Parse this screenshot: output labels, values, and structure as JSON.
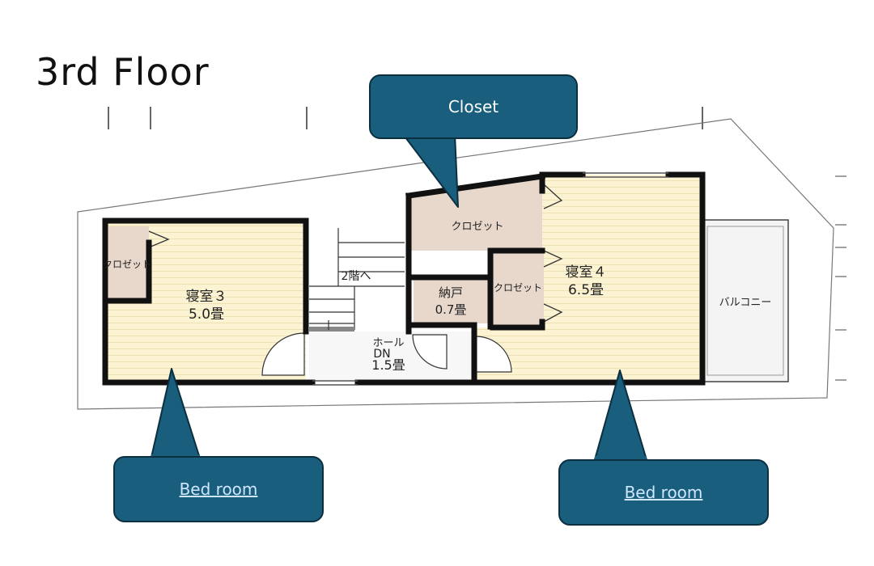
{
  "title": "3rd Floor",
  "callouts": {
    "closet": "Closet",
    "bedroom_left": "Bed room",
    "bedroom_right": "Bed room"
  },
  "rooms": {
    "bedroom3_name": "寝室３",
    "bedroom3_size": "5.0畳",
    "bedroom4_name": "寝室４",
    "bedroom4_size": "6.5畳",
    "closet_left": "クロゼット",
    "closet_top": "クロゼット",
    "closet_mid": "クロゼット",
    "storage_name": "納戸",
    "storage_size": "0.7畳",
    "stair_label": "2階へ",
    "hall_name": "ホール",
    "hall_dn": "DN",
    "hall_size": "1.5畳",
    "balcony": "バルコニー"
  },
  "colors": {
    "callout_fill": "#195e7c",
    "room_fill": "#fbf3d2",
    "closet_fill": "#e8d8cc",
    "wall": "#111111"
  }
}
